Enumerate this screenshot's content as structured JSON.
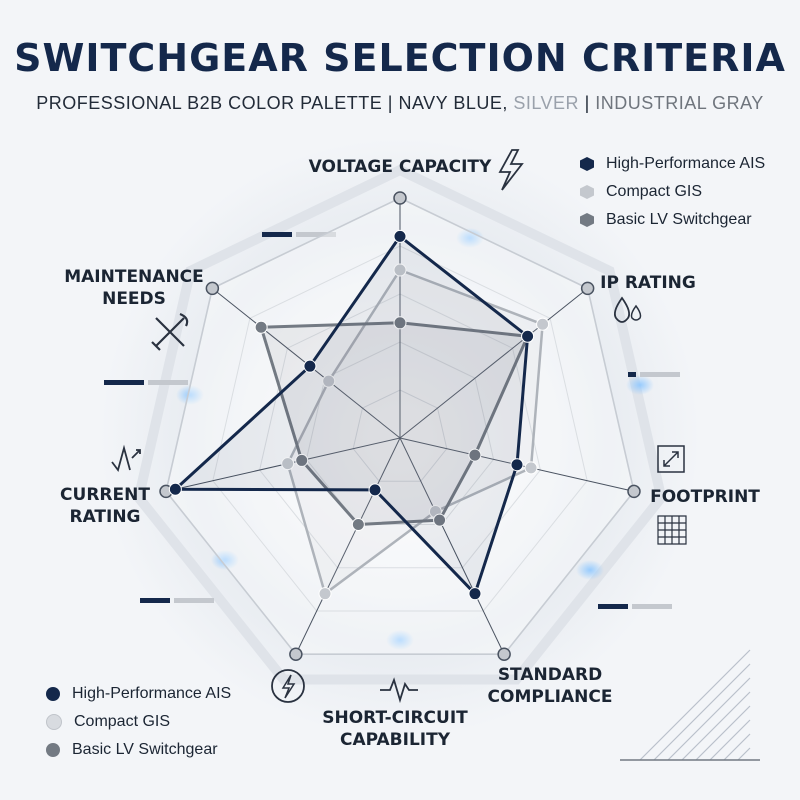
{
  "title": "SWITCHGEAR SELECTION CRITERIA",
  "subtitle": {
    "part1": "PROFESSIONAL B2B COLOR PALETTE | NAVY BLUE, ",
    "part2": "SILVER",
    "part3": " | ",
    "part4": "INDUSTRIAL GRAY"
  },
  "colors": {
    "navy": "#14284b",
    "silver": "#c4c8ce",
    "gray": "#737a83"
  },
  "legend": [
    {
      "name": "High-Performance AIS",
      "color": "#14284b"
    },
    {
      "name": "Compact GIS",
      "color": "#c4c8ce"
    },
    {
      "name": "Basic LV Switchgear",
      "color": "#737a83"
    }
  ],
  "chart_data": {
    "type": "radar",
    "axes": [
      [
        "VOLTAGE CAPACITY"
      ],
      [
        "IP RATING"
      ],
      [
        "FOOTPRINT"
      ],
      [
        "STANDARD",
        "COMPLIANCE"
      ],
      [
        "SHORT-CIRCUIT",
        "CAPABILITY"
      ],
      [
        "CURRENT",
        "RATING"
      ],
      [
        "MAINTENANCE",
        "NEEDS"
      ]
    ],
    "range": [
      0,
      5
    ],
    "grid_levels": 5,
    "series": [
      {
        "name": "High-Performance AIS",
        "values": [
          4.2,
          3.4,
          2.5,
          3.6,
          1.2,
          4.8,
          2.4
        ]
      },
      {
        "name": "Compact GIS",
        "values": [
          3.5,
          3.8,
          2.8,
          1.7,
          3.6,
          2.4,
          1.9
        ]
      },
      {
        "name": "Basic LV Switchgear",
        "values": [
          2.4,
          3.4,
          1.6,
          1.9,
          2.0,
          2.1,
          3.7
        ]
      }
    ],
    "icons": [
      "lightning-bolt-icon",
      "water-drops-icon",
      "expand-arrows-icon",
      "heartbeat-pulse-icon",
      "lightning-circle-icon",
      "current-wave-icon",
      "wrench-screwdriver-icon"
    ]
  }
}
